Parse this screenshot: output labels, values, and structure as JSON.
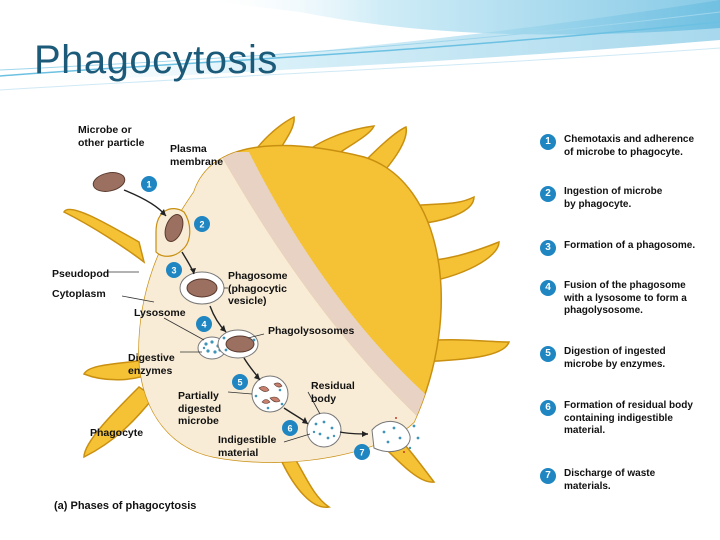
{
  "title": "Phagocytosis",
  "labels": {
    "microbe": "Microbe or\nother particle",
    "plasma_membrane": "Plasma\nmembrane",
    "pseudopod": "Pseudopod",
    "cytoplasm": "Cytoplasm",
    "lysosome": "Lysosome",
    "digestive_enzymes": "Digestive\nenzymes",
    "partially_digested": "Partially\ndigested\nmicrobe",
    "phagocyte": "Phagocyte",
    "phagosome": "Phagosome\n(phagocytic\nvesicle)",
    "phagolysosomes": "Phagolysosomes",
    "residual_body": "Residual\nbody",
    "indigestible_material": "Indigestible\nmaterial"
  },
  "steps": [
    {
      "num": "1",
      "text": "Chemotaxis and adherence\nof microbe to phagocyte."
    },
    {
      "num": "2",
      "text": "Ingestion of microbe\nby phagocyte."
    },
    {
      "num": "3",
      "text": "Formation of a phagosome."
    },
    {
      "num": "4",
      "text": "Fusion of the phagosome\nwith a lysosome to form a\nphagolysosome."
    },
    {
      "num": "5",
      "text": "Digestion of ingested\nmicrobe by enzymes."
    },
    {
      "num": "6",
      "text": "Formation of residual body\ncontaining indigestible\nmaterial."
    },
    {
      "num": "7",
      "text": "Discharge of waste\nmaterials."
    }
  ],
  "caption": "(a) Phases of phagocytosis",
  "colors": {
    "title": "#1c5a7a",
    "cell_yellow": "#f4c234",
    "cell_outline": "#c98f10",
    "cytoplasm_cream": "#f8ecd6",
    "cut_face": "#e8d2c4",
    "badge_blue": "#1f86c2",
    "microbe_brown": "#9b7060",
    "dots_teal": "#3f95b8"
  }
}
